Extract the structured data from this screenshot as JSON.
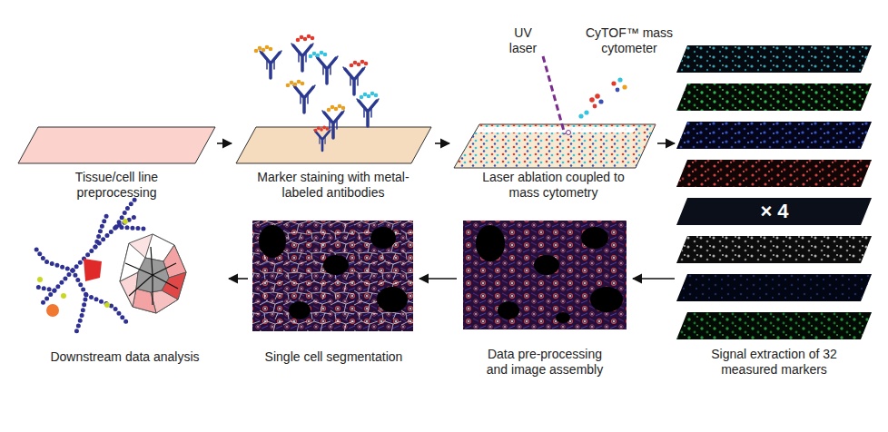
{
  "diagram": {
    "nodes": [
      {
        "text": [
          "Tissue/cell line preprocessing"
        ]
      },
      {
        "text": [
          "Marker staining with metal-labeled antibodies"
        ]
      },
      {
        "text": [
          "Laser ablation coupled to mass cytometry"
        ]
      },
      {
        "text": [
          "Signal extraction of 32 measured markers"
        ]
      },
      {
        "text": [
          "Data pre-processing and image assembly"
        ]
      },
      {
        "text": [
          "Single cell segmentation"
        ]
      },
      {
        "text": [
          "Downstream data analysis"
        ]
      }
    ],
    "edges": [
      {
        "from": 0,
        "to": 1,
        "arrow": "to"
      },
      {
        "from": 1,
        "to": 2,
        "arrow": "to"
      },
      {
        "from": 2,
        "to": 3,
        "arrow": "to"
      },
      {
        "from": 3,
        "to": 4,
        "arrow": "to"
      },
      {
        "from": 4,
        "to": 5,
        "arrow": "to"
      },
      {
        "from": 5,
        "to": 6,
        "arrow": "to"
      }
    ],
    "labels": [
      "UV laser",
      "CyTOF™ mass cytometer",
      "× 4"
    ]
  }
}
